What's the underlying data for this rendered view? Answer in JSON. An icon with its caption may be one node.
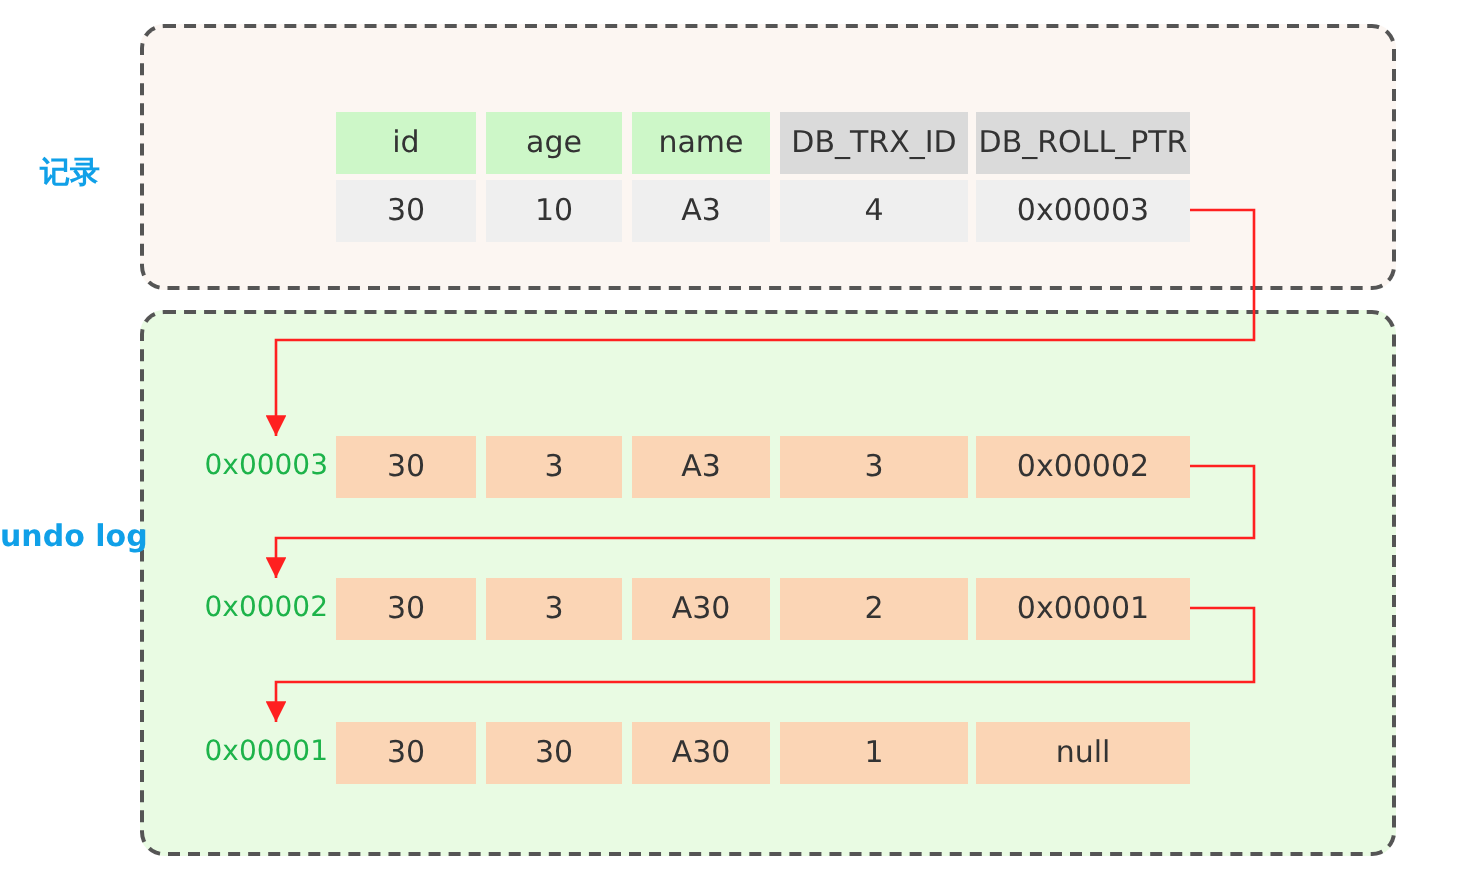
{
  "diagram": {
    "nodes": [
      {
        "text": [
          "记录"
        ]
      },
      {
        "text": [
          "30",
          "10",
          "A3",
          "4",
          "0x00003"
        ],
        "in": 0
      },
      {
        "text": [
          "undo log"
        ]
      },
      {
        "text": [
          "30",
          "3",
          "A3",
          "3",
          "0x00002"
        ],
        "beside": [
          "0x00003"
        ],
        "in": 2
      },
      {
        "text": [
          "30",
          "3",
          "A30",
          "2",
          "0x00001"
        ],
        "beside": [
          "0x00002"
        ],
        "in": 2
      },
      {
        "text": [
          "30",
          "30",
          "A30",
          "1",
          "null"
        ],
        "beside": [
          "0x00001"
        ],
        "in": 2
      }
    ],
    "edges": [
      {
        "from": 1,
        "to": 3,
        "arrow": "to"
      },
      {
        "from": 3,
        "to": 4,
        "arrow": "to"
      },
      {
        "from": 4,
        "to": 5,
        "arrow": "to"
      }
    ],
    "labels": [
      "id",
      "age",
      "name",
      "DB_TRX_ID",
      "DB_ROLL_PTR"
    ]
  }
}
